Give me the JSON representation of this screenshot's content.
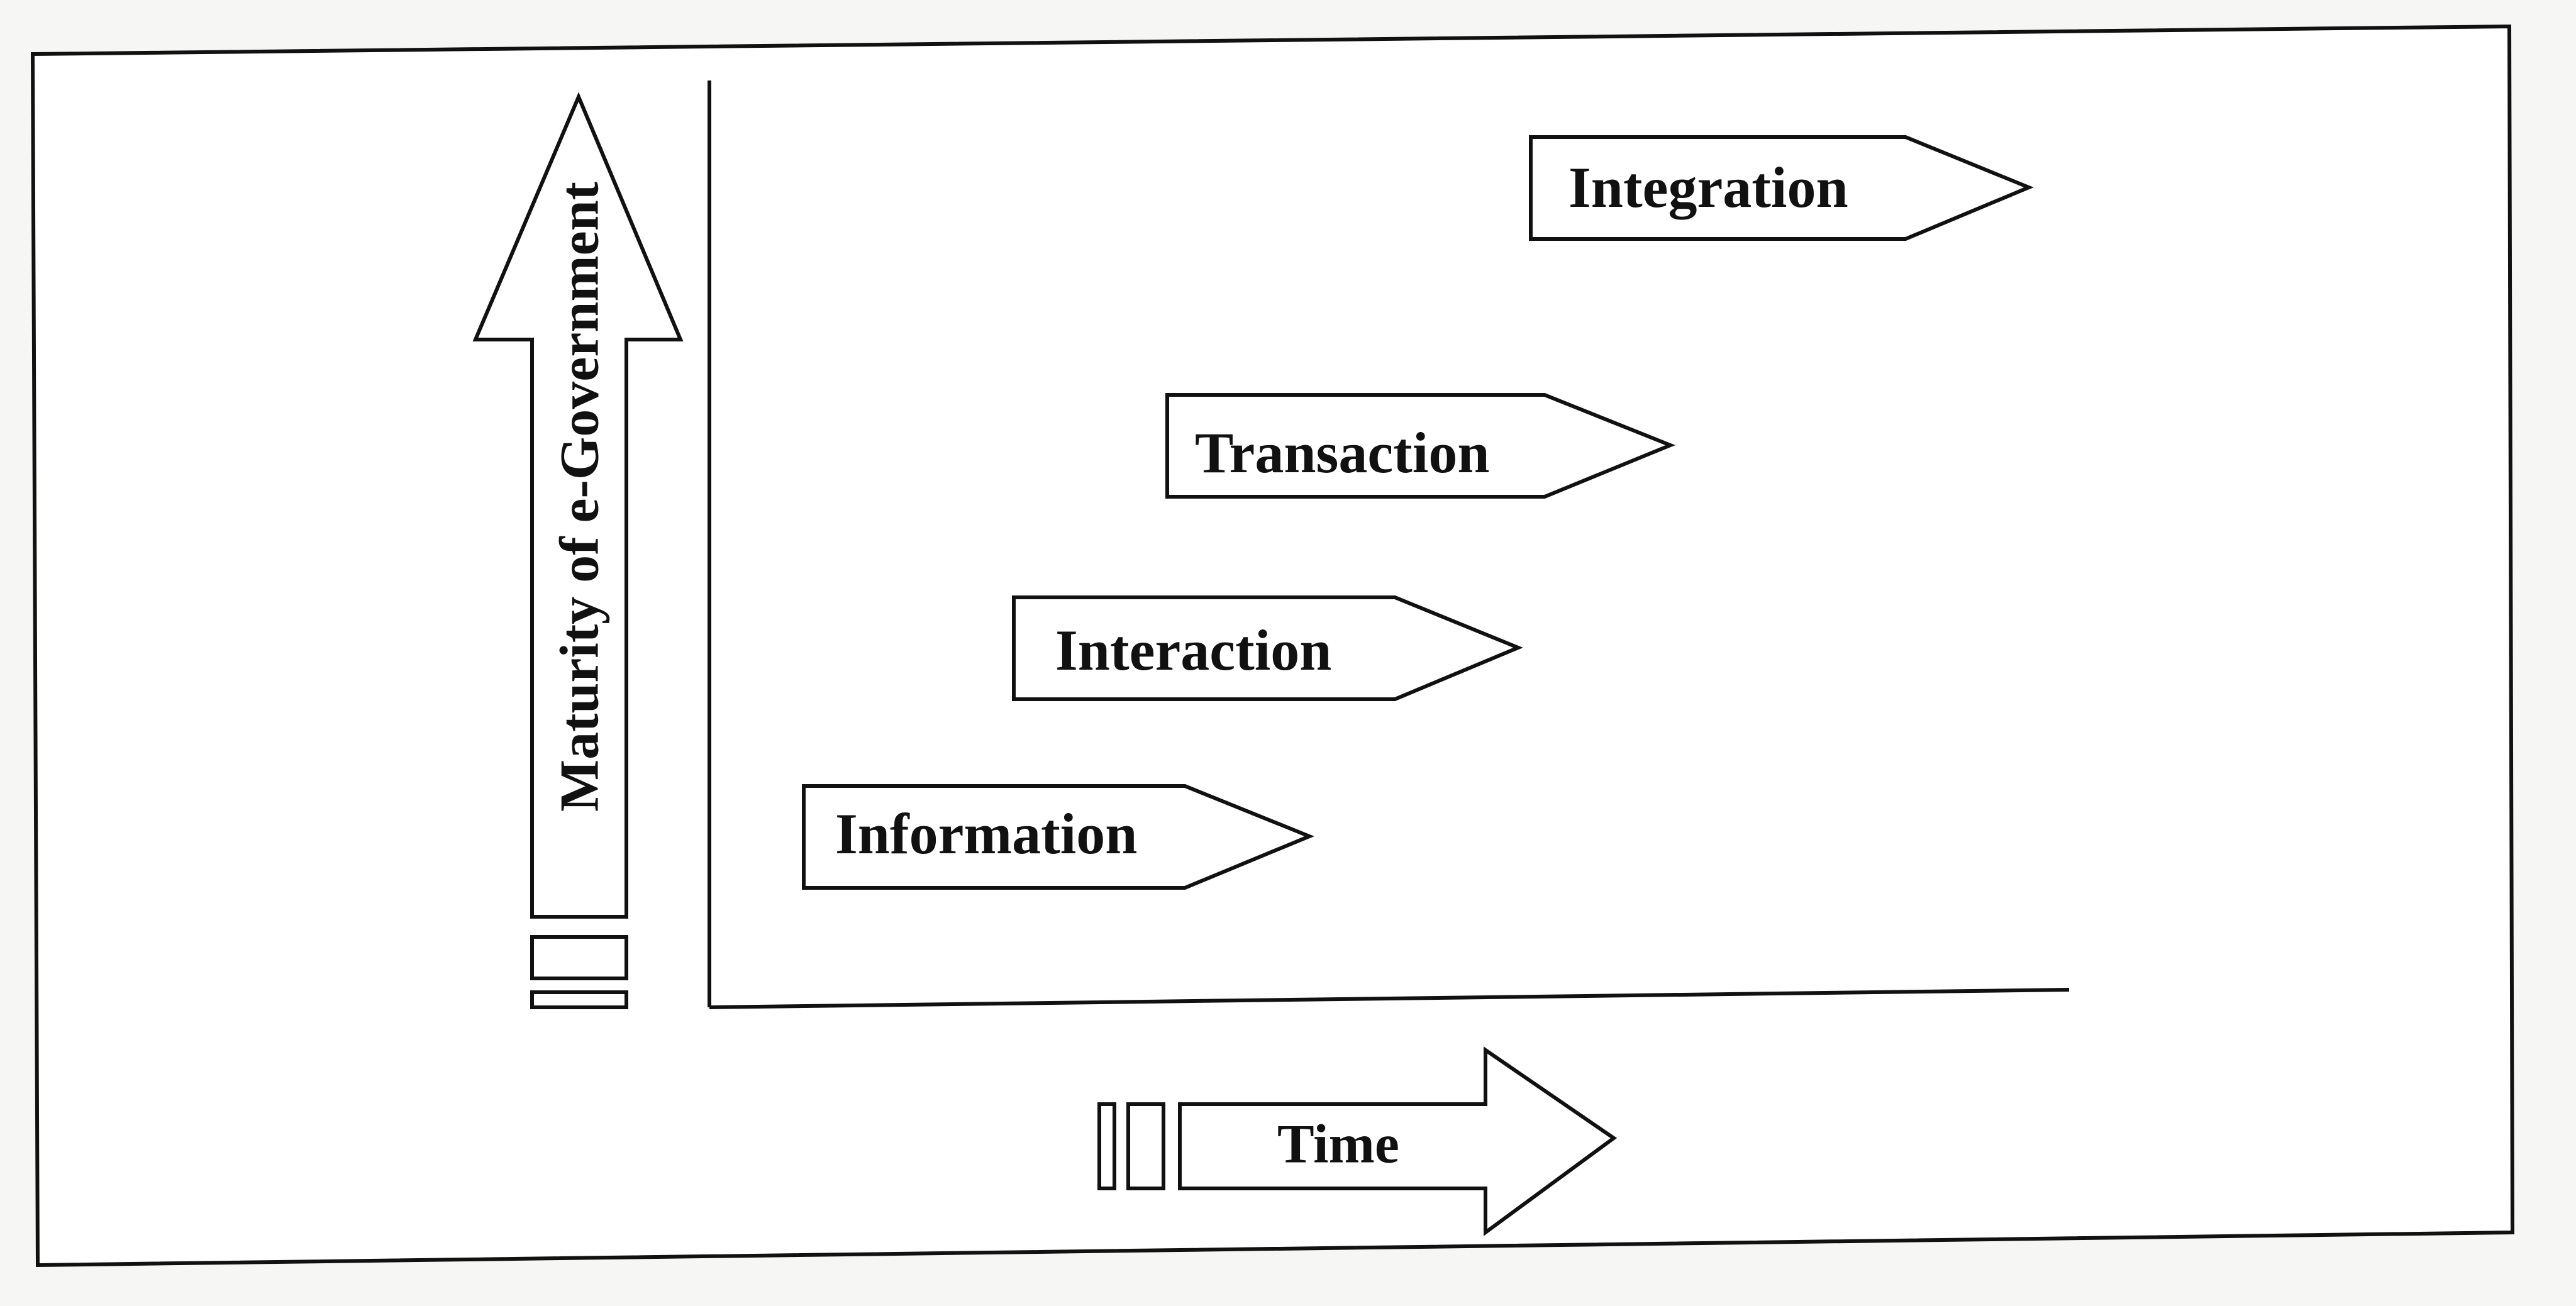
{
  "diagram": {
    "y_axis_label": "Maturity of e-Government",
    "x_axis_label": "Time",
    "stages": [
      {
        "label": "Information"
      },
      {
        "label": "Interaction"
      },
      {
        "label": "Transaction"
      },
      {
        "label": "Integration"
      }
    ]
  },
  "colors": {
    "stroke": "#111111",
    "fill": "#ffffff",
    "background": "#f6f6f4"
  }
}
